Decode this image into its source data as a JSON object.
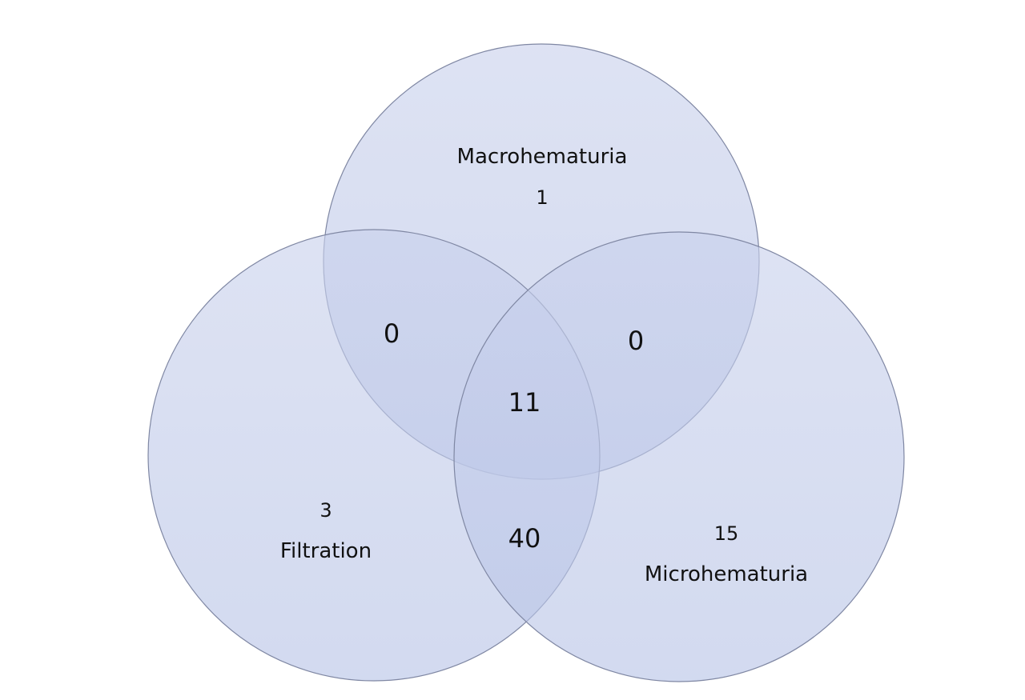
{
  "diagram": {
    "type": "venn",
    "sets": [
      {
        "key": "macro",
        "label": "Macrohematuria",
        "only_count": "1"
      },
      {
        "key": "filtration",
        "label": "Filtration",
        "only_count": "3"
      },
      {
        "key": "micro",
        "label": "Microhematuria",
        "only_count": "15"
      }
    ],
    "intersections": {
      "macro_filtration": "0",
      "macro_micro": "0",
      "all_three": "11",
      "filtration_micro": "40"
    },
    "colors": {
      "fill_top": "#c9d1ec",
      "fill_bottom": "#b7c3e6",
      "stroke": "#7f87a3"
    }
  }
}
